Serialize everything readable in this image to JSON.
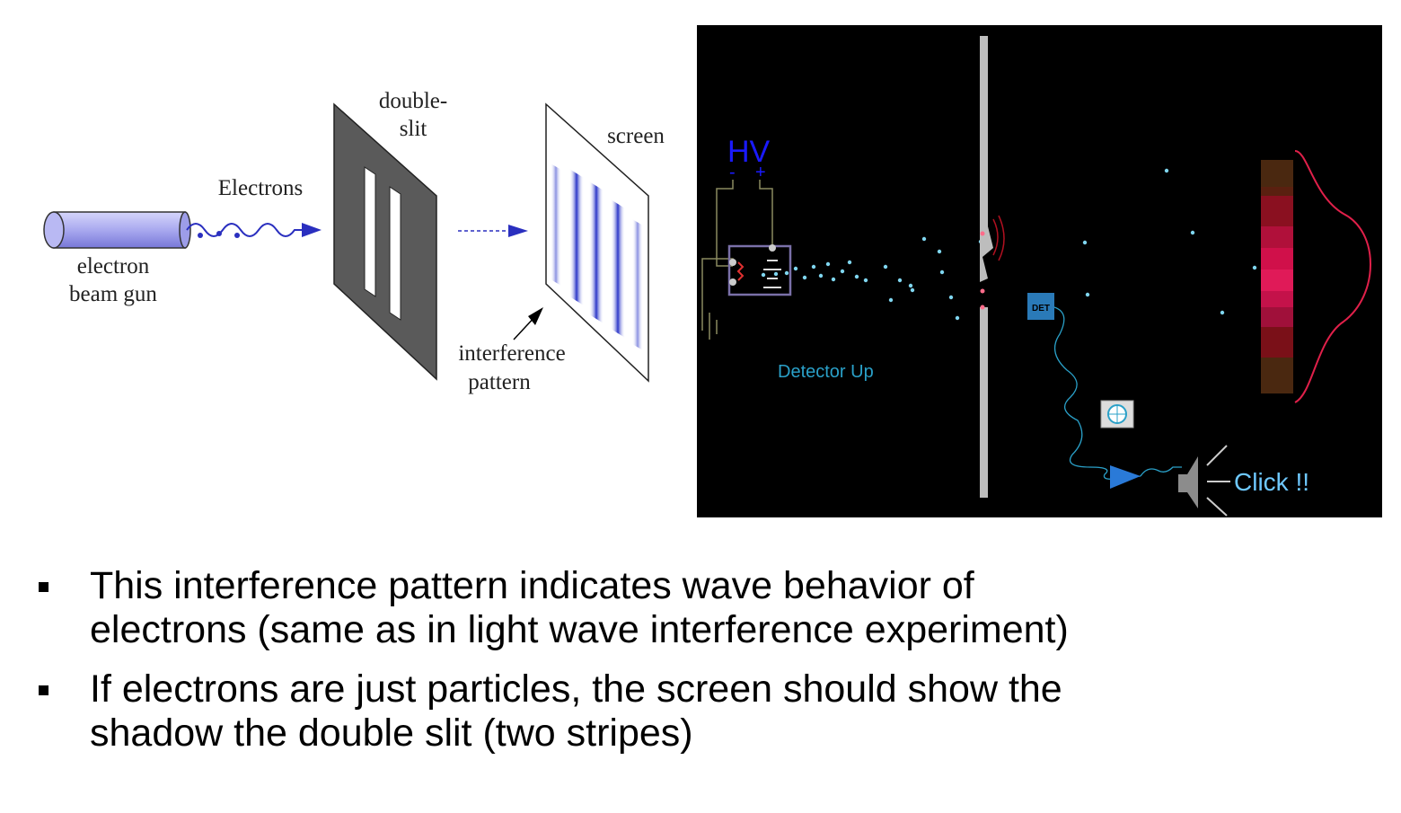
{
  "left_diagram": {
    "gun_label_line1": "electron",
    "gun_label_line2": "beam gun",
    "electrons_label": "Electrons",
    "slit_label_line1": "double-",
    "slit_label_line2": "slit",
    "screen_label": "screen",
    "pattern_label_line1": "interference",
    "pattern_label_line2": "pattern"
  },
  "right_panel": {
    "hv_label": "HV",
    "minus_label": "-",
    "plus_label": "+",
    "detector_status": "Detector Up",
    "det_label": "DET",
    "click_label": "Click !!"
  },
  "bullets": [
    {
      "line1": "This interference pattern indicates wave behavior of",
      "line2": "electrons  (same as in light wave interference experiment)"
    },
    {
      "line1": "If electrons are just particles, the screen should show the",
      "line2": "shadow the double slit (two stripes)"
    }
  ],
  "colors": {
    "beam_gun": "#a9a9ef",
    "slit_plate": "#5a5a5a",
    "fringe": "#2a35c8",
    "panel_bg": "#000000",
    "particle": "#7fd6f0",
    "detector_text": "#2aa0c8",
    "hv_text": "#1a1aff",
    "histogram_peak": "#c4124a"
  }
}
